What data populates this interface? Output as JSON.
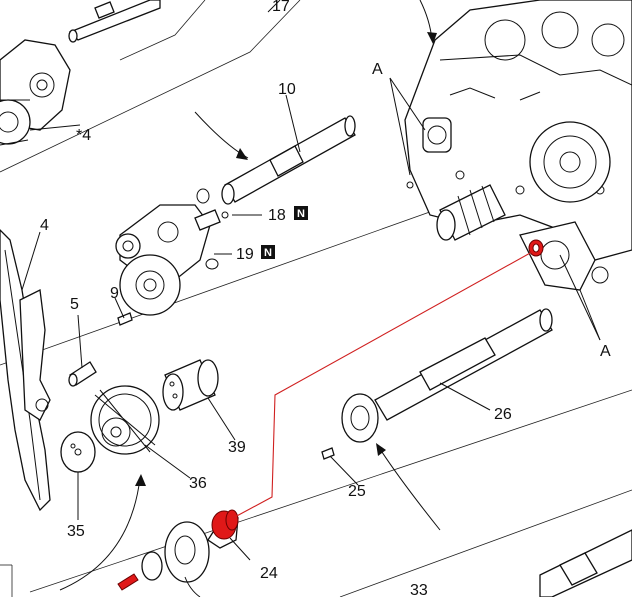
{
  "labels": {
    "l17": "17",
    "l4star": "*4",
    "l10": "10",
    "lA_top": "A",
    "l18": "18",
    "l18_badge": "N",
    "l19": "19",
    "l19_badge": "N",
    "l4": "4",
    "l9": "9",
    "l5": "5",
    "lA_right": "A",
    "l26": "26",
    "l39": "39",
    "l36": "36",
    "l25": "25",
    "l35": "35",
    "l24": "24",
    "l33": "33"
  },
  "colors": {
    "highlight": "#e01818",
    "leader_highlight": "#d02020",
    "ink": "#111111"
  }
}
